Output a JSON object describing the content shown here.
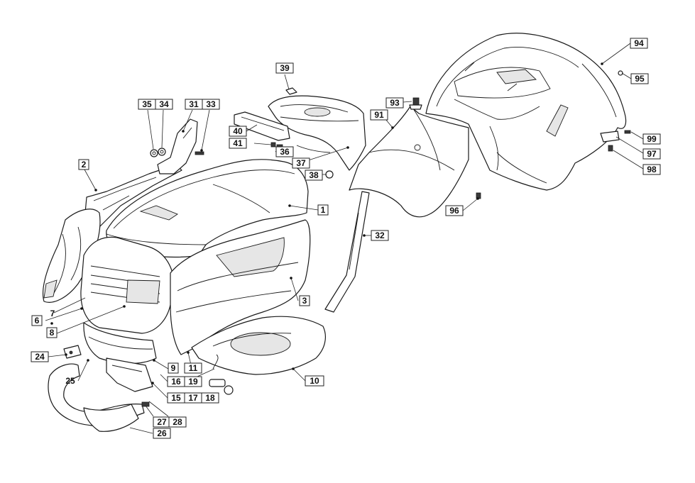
{
  "diagram": {
    "labels": {
      "l1": "1",
      "l2": "2",
      "l3": "3",
      "l6": "6",
      "l7": "7",
      "l8": "8",
      "l9": "9",
      "l10": "10",
      "l11": "11",
      "l15": "15",
      "l16": "16",
      "l17": "17",
      "l18": "18",
      "l19": "19",
      "l24": "24",
      "l25": "25",
      "l26": "26",
      "l27": "27",
      "l28": "28",
      "l31": "31",
      "l32": "32",
      "l33": "33",
      "l34": "34",
      "l35": "35",
      "l36": "36",
      "l37": "37",
      "l38": "38",
      "l39": "39",
      "l40": "40",
      "l41": "41",
      "l91": "91",
      "l93": "93",
      "l94": "94",
      "l95": "95",
      "l96": "96",
      "l97": "97",
      "l98": "98",
      "l99": "99"
    }
  }
}
